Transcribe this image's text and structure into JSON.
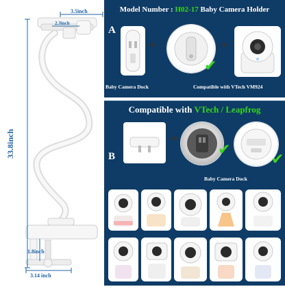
{
  "header": {
    "model_prefix": "Model Number : ",
    "model_number": "H02-17",
    "model_suffix": " Baby Camera Holder"
  },
  "section_a": {
    "letter": "A",
    "caption_left": "Baby Camera Dock",
    "caption_right": "Compatible with VTech VM924"
  },
  "compat_bar": {
    "prefix": "Compatible with ",
    "brands": "VTech / Leapfrog"
  },
  "section_b": {
    "letter": "B",
    "caption": "Baby Camera Dock"
  },
  "dimensions": {
    "clamp_top_width": "3.5inch",
    "clip_width": "2.3inch",
    "total_height": "33.8inch",
    "clamp_opening": "1.8inch",
    "base_width": "3.14 inch"
  },
  "colors": {
    "navy": "#0f3c66",
    "accent_green": "#37d51e",
    "dimension_blue": "#1f64a6"
  },
  "icons": [
    "arrow-right-icon",
    "checkmark-icon"
  ]
}
